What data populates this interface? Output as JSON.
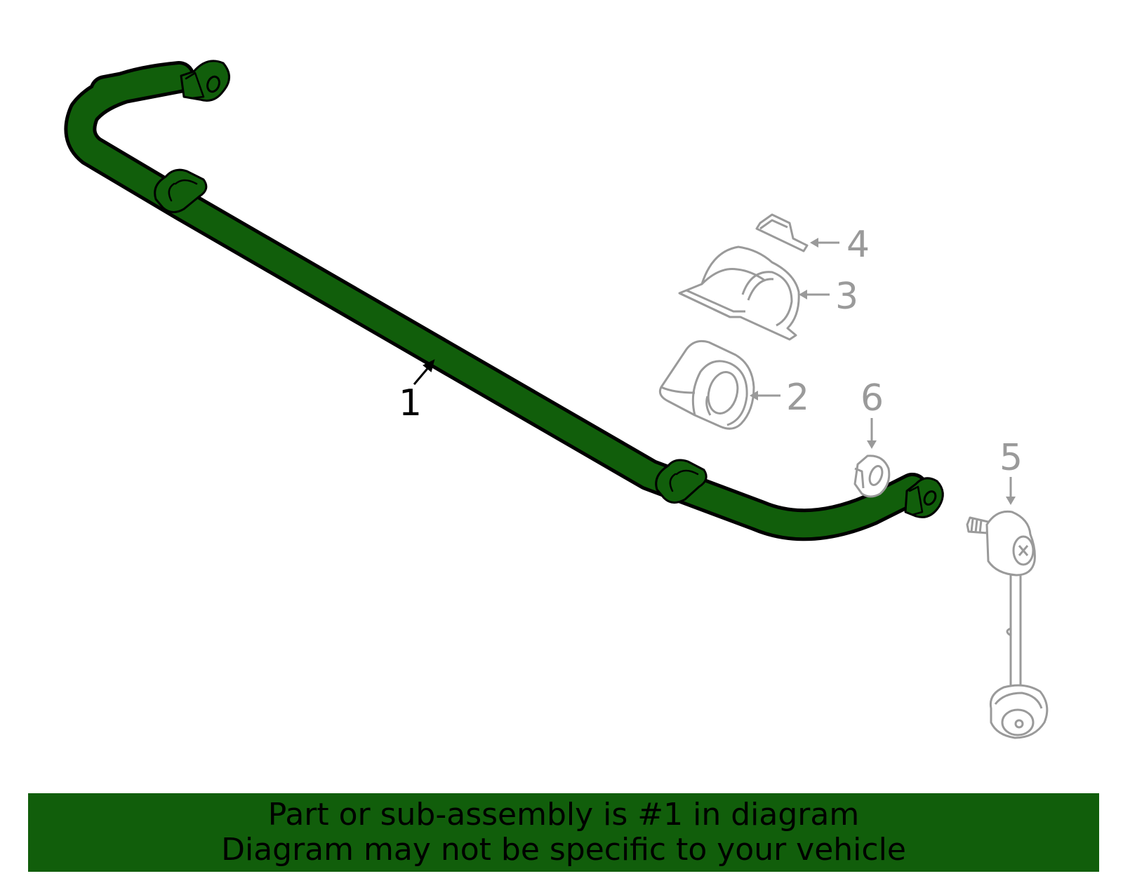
{
  "colors": {
    "highlight": "#115e0b",
    "outline": "#000000",
    "secondary": "#9a9a9a",
    "banner_background": "#115e0b",
    "banner_text": "#000000"
  },
  "callouts": {
    "part_1": "1",
    "part_2": "2",
    "part_3": "3",
    "part_4": "4",
    "part_5": "5",
    "part_6": "6"
  },
  "banner": {
    "line1": "Part or sub-assembly is #1 in diagram",
    "line2": "Diagram may not be specific to your vehicle"
  }
}
